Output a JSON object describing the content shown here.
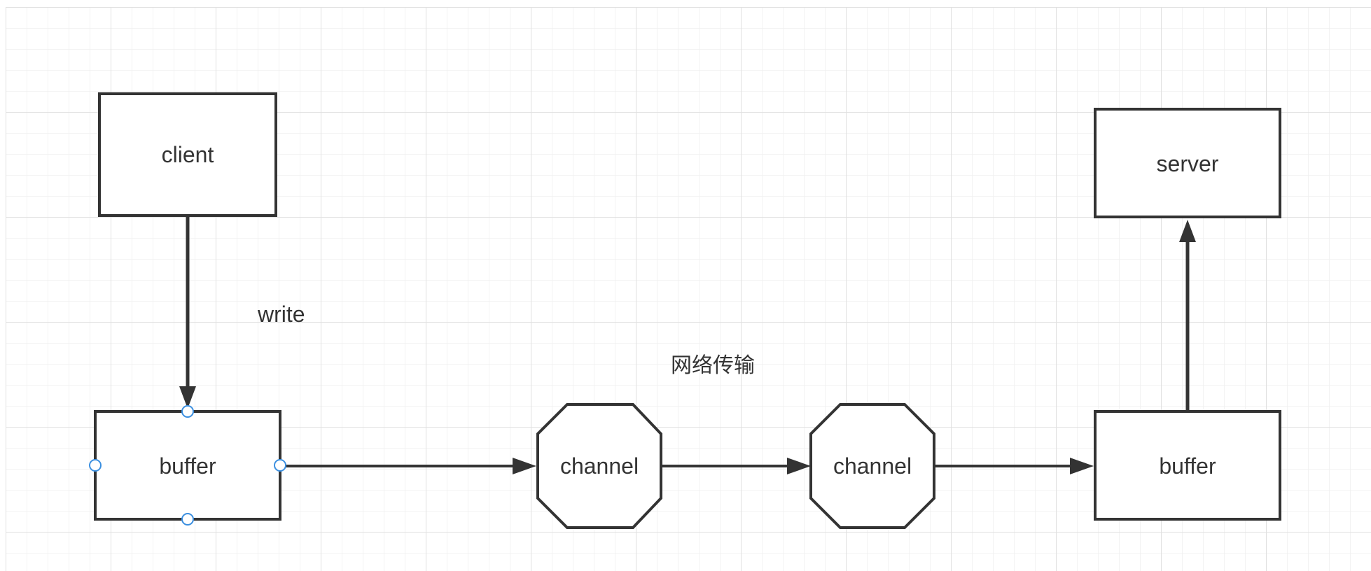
{
  "diagram": {
    "nodes": {
      "client": {
        "label": "client"
      },
      "buffer_left": {
        "label": "buffer"
      },
      "channel_1": {
        "label": "channel"
      },
      "channel_2": {
        "label": "channel"
      },
      "buffer_right": {
        "label": "buffer"
      },
      "server": {
        "label": "server"
      }
    },
    "edge_labels": {
      "write": "write",
      "network": "网络传输"
    }
  },
  "colors": {
    "stroke": "#333333",
    "grid_minor": "#efefef",
    "grid_major": "#e0e0e0",
    "selection_handle": "#3b8fe0"
  }
}
